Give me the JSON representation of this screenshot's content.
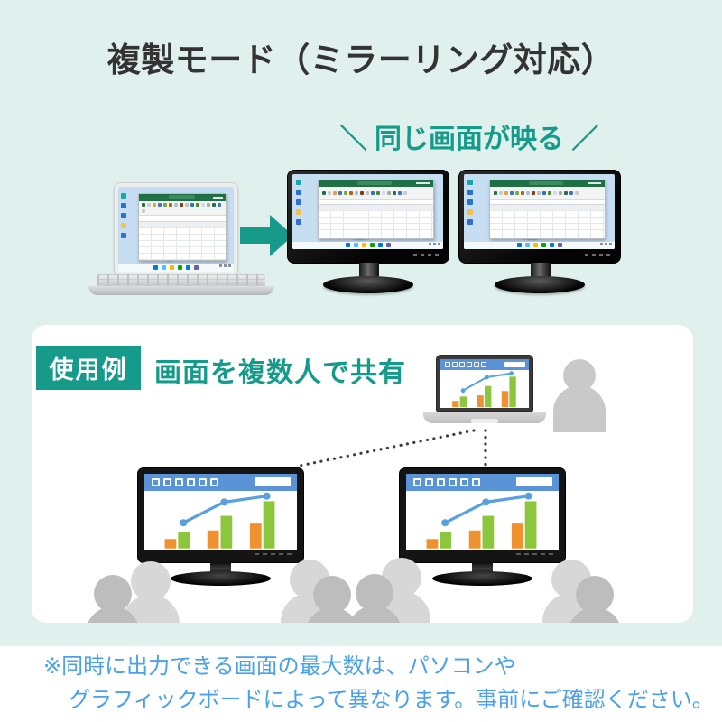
{
  "page": {
    "title": "複製モード（ミラーリング対応）"
  },
  "colors": {
    "mint": "#dff0ed",
    "teal": "#169b8b",
    "title_ink": "#333333",
    "note_blue": "#4aa1e9",
    "orange": "#f0912f",
    "green": "#8cc63c",
    "chart_blue": "#58a0df",
    "header_blue": "#5b94d6",
    "person_light": "#d7d7d7",
    "person_mid": "#c9c9c9",
    "person_dark": "#bdbdbd",
    "excel_green": "#1f7145",
    "desktop_blue": "#c6def2",
    "dot_line": "#3d3d3d"
  },
  "mirror_section": {
    "callout": "＼ 同じ画面が映る ／",
    "source_device": "laptop",
    "arrow_icon": "right-block-arrow",
    "output_devices": [
      "monitor",
      "monitor"
    ]
  },
  "usage_section": {
    "badge": "使用例",
    "heading": "画面を複数人で共有",
    "presenter_device": "laptop",
    "audience_devices": [
      "monitor",
      "monitor"
    ],
    "people_pairs": 4
  },
  "illustration_chart": {
    "type": "bar",
    "series": [
      {
        "name": "orange",
        "values": [
          11,
          21,
          29
        ]
      },
      {
        "name": "green",
        "values": [
          19,
          38,
          55
        ]
      }
    ],
    "line_overlay": {
      "values": [
        31,
        55,
        62
      ]
    }
  },
  "footnote": {
    "line1": "※同時に出力できる画面の最大数は、パソコンや",
    "line2": "グラフィックボードによって異なります。事前にご確認ください。"
  }
}
